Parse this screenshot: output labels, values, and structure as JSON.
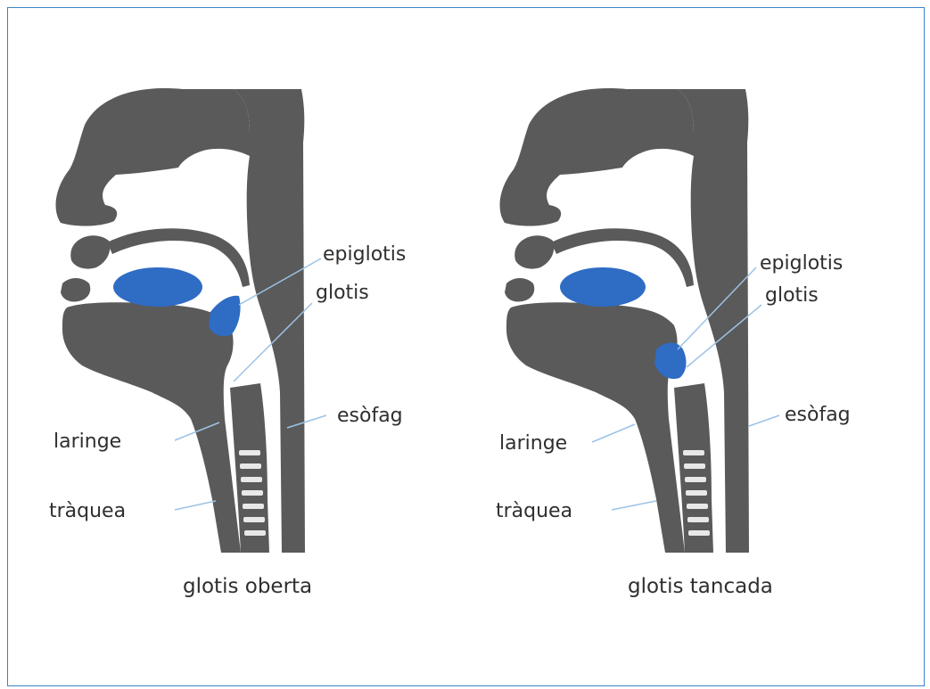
{
  "colors": {
    "anatomy": "#5a5a5a",
    "tongue": "#2f6cc4",
    "leader": "#9cc3e6",
    "frame": "#3a84c9",
    "text": "#2f2f2f"
  },
  "left": {
    "caption": "glotis oberta",
    "labels": {
      "epiglotis": "epiglotis",
      "glotis": "glotis",
      "esofag": "esòfag",
      "laringe": "laringe",
      "traquea": "tràquea"
    }
  },
  "right": {
    "caption": "glotis tancada",
    "labels": {
      "epiglotis": "epiglotis",
      "glotis": "glotis",
      "esofag": "esòfag",
      "laringe": "laringe",
      "traquea": "tràquea"
    }
  }
}
